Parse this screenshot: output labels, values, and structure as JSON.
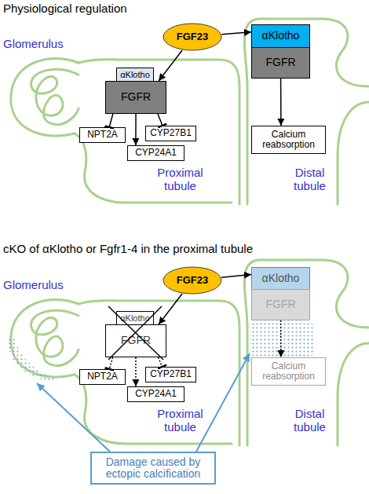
{
  "diagram": {
    "nodes": [
      {
        "text": [
          "FGF23"
        ]
      },
      {
        "text": [
          "αKlotho"
        ]
      },
      {
        "text": [
          "FGFR"
        ]
      },
      {
        "text": [
          "αKlotho"
        ]
      },
      {
        "text": [
          "FGFR"
        ]
      },
      {
        "text": [
          "NPT2A"
        ]
      },
      {
        "text": [
          "CYP27B1"
        ]
      },
      {
        "text": [
          "CYP24A1"
        ]
      },
      {
        "text": [
          "Calcium reabsorption"
        ]
      },
      {
        "text": [
          "FGF23"
        ]
      },
      {
        "text": [
          "αKlotho"
        ]
      },
      {
        "text": [
          "FGFR"
        ]
      },
      {
        "text": [
          "αKlotho"
        ]
      },
      {
        "text": [
          "FGFR"
        ]
      },
      {
        "text": [
          "NPT2A"
        ]
      },
      {
        "text": [
          "CYP27B1"
        ]
      },
      {
        "text": [
          "CYP24A1"
        ]
      },
      {
        "text": [
          "Calcium reabsorption"
        ]
      },
      {
        "text": [
          "Damage caused by ectopic calcification"
        ]
      }
    ],
    "edges": [
      {
        "from": 0,
        "to": 2,
        "arrow": "to"
      },
      {
        "from": 0,
        "to": 3,
        "arrow": "to"
      },
      {
        "from": 2,
        "to": 5,
        "arrow": "to"
      },
      {
        "from": 2,
        "to": 7,
        "arrow": "to"
      },
      {
        "from": 2,
        "to": 6,
        "arrow": "to"
      },
      {
        "from": 4,
        "to": 8,
        "arrow": "to"
      },
      {
        "from": 9,
        "to": 11,
        "arrow": "to"
      },
      {
        "from": 9,
        "to": 12,
        "arrow": "to"
      },
      {
        "from": 11,
        "to": 14,
        "arrow": "to"
      },
      {
        "from": 11,
        "to": 16,
        "arrow": "to"
      },
      {
        "from": 11,
        "to": 15,
        "arrow": "to"
      },
      {
        "from": 13,
        "to": 17,
        "arrow": "to"
      }
    ],
    "labels": [
      "Physiological regulation",
      "Glomerulus",
      "Proximal tubule",
      "Distal tubule",
      "cKO of αKlotho or Fgfr1-4 in the proximal tubule",
      "Glomerulus",
      "Proximal tubule",
      "Distal tubule"
    ]
  }
}
